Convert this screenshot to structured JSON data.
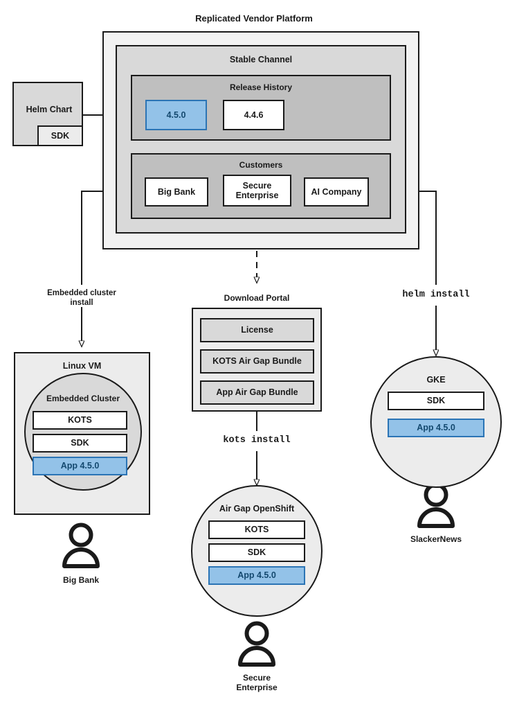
{
  "diagram": {
    "title": "Replicated Vendor Platform",
    "type": "architecture-flow"
  },
  "vendor_platform": {
    "title": "Replicated Vendor Platform",
    "channel": {
      "title": "Stable Channel",
      "release_history": {
        "title": "Release History",
        "releases": [
          {
            "version": "4.5.0",
            "highlighted": true
          },
          {
            "version": "4.4.6",
            "highlighted": false
          }
        ]
      },
      "customers": {
        "title": "Customers",
        "items": [
          {
            "name": "Big Bank"
          },
          {
            "name": "Secure\nEnterprise"
          },
          {
            "name": "AI Company"
          }
        ]
      }
    }
  },
  "helm_chart": {
    "title": "Helm Chart",
    "sdk_label": "SDK"
  },
  "edges": {
    "embedded_cluster_install": "Embedded cluster\ninstall",
    "helm_install": "helm install",
    "kots_install": "kots install"
  },
  "download_portal": {
    "title": "Download Portal",
    "items": [
      "License",
      "KOTS Air Gap Bundle",
      "App Air Gap Bundle"
    ]
  },
  "targets": [
    {
      "id": "linux-vm",
      "outer_title": "Linux VM",
      "inner_title": "Embedded Cluster",
      "components": [
        {
          "label": "KOTS",
          "highlighted": false
        },
        {
          "label": "SDK",
          "highlighted": false
        },
        {
          "label": "App 4.5.0",
          "highlighted": true
        }
      ],
      "user": "Big Bank"
    },
    {
      "id": "air-gap-openshift",
      "outer_title": "",
      "inner_title": "Air Gap OpenShift",
      "components": [
        {
          "label": "KOTS",
          "highlighted": false
        },
        {
          "label": "SDK",
          "highlighted": false
        },
        {
          "label": "App 4.5.0",
          "highlighted": true
        }
      ],
      "user": "Secure\nEnterprise"
    },
    {
      "id": "gke",
      "outer_title": "",
      "inner_title": "GKE",
      "components": [
        {
          "label": "SDK",
          "highlighted": false
        },
        {
          "label": "App 4.5.0",
          "highlighted": true
        }
      ],
      "user": "SlackerNews"
    }
  ],
  "colors": {
    "highlight_fill": "#93c2e8",
    "highlight_border": "#2b74b5",
    "highlight_text": "#14496f",
    "platform_fill": "#f2f2f2",
    "channel_fill": "#d9d9d9",
    "section_fill": "#bfbfbf",
    "stroke": "#1a1a1a"
  }
}
